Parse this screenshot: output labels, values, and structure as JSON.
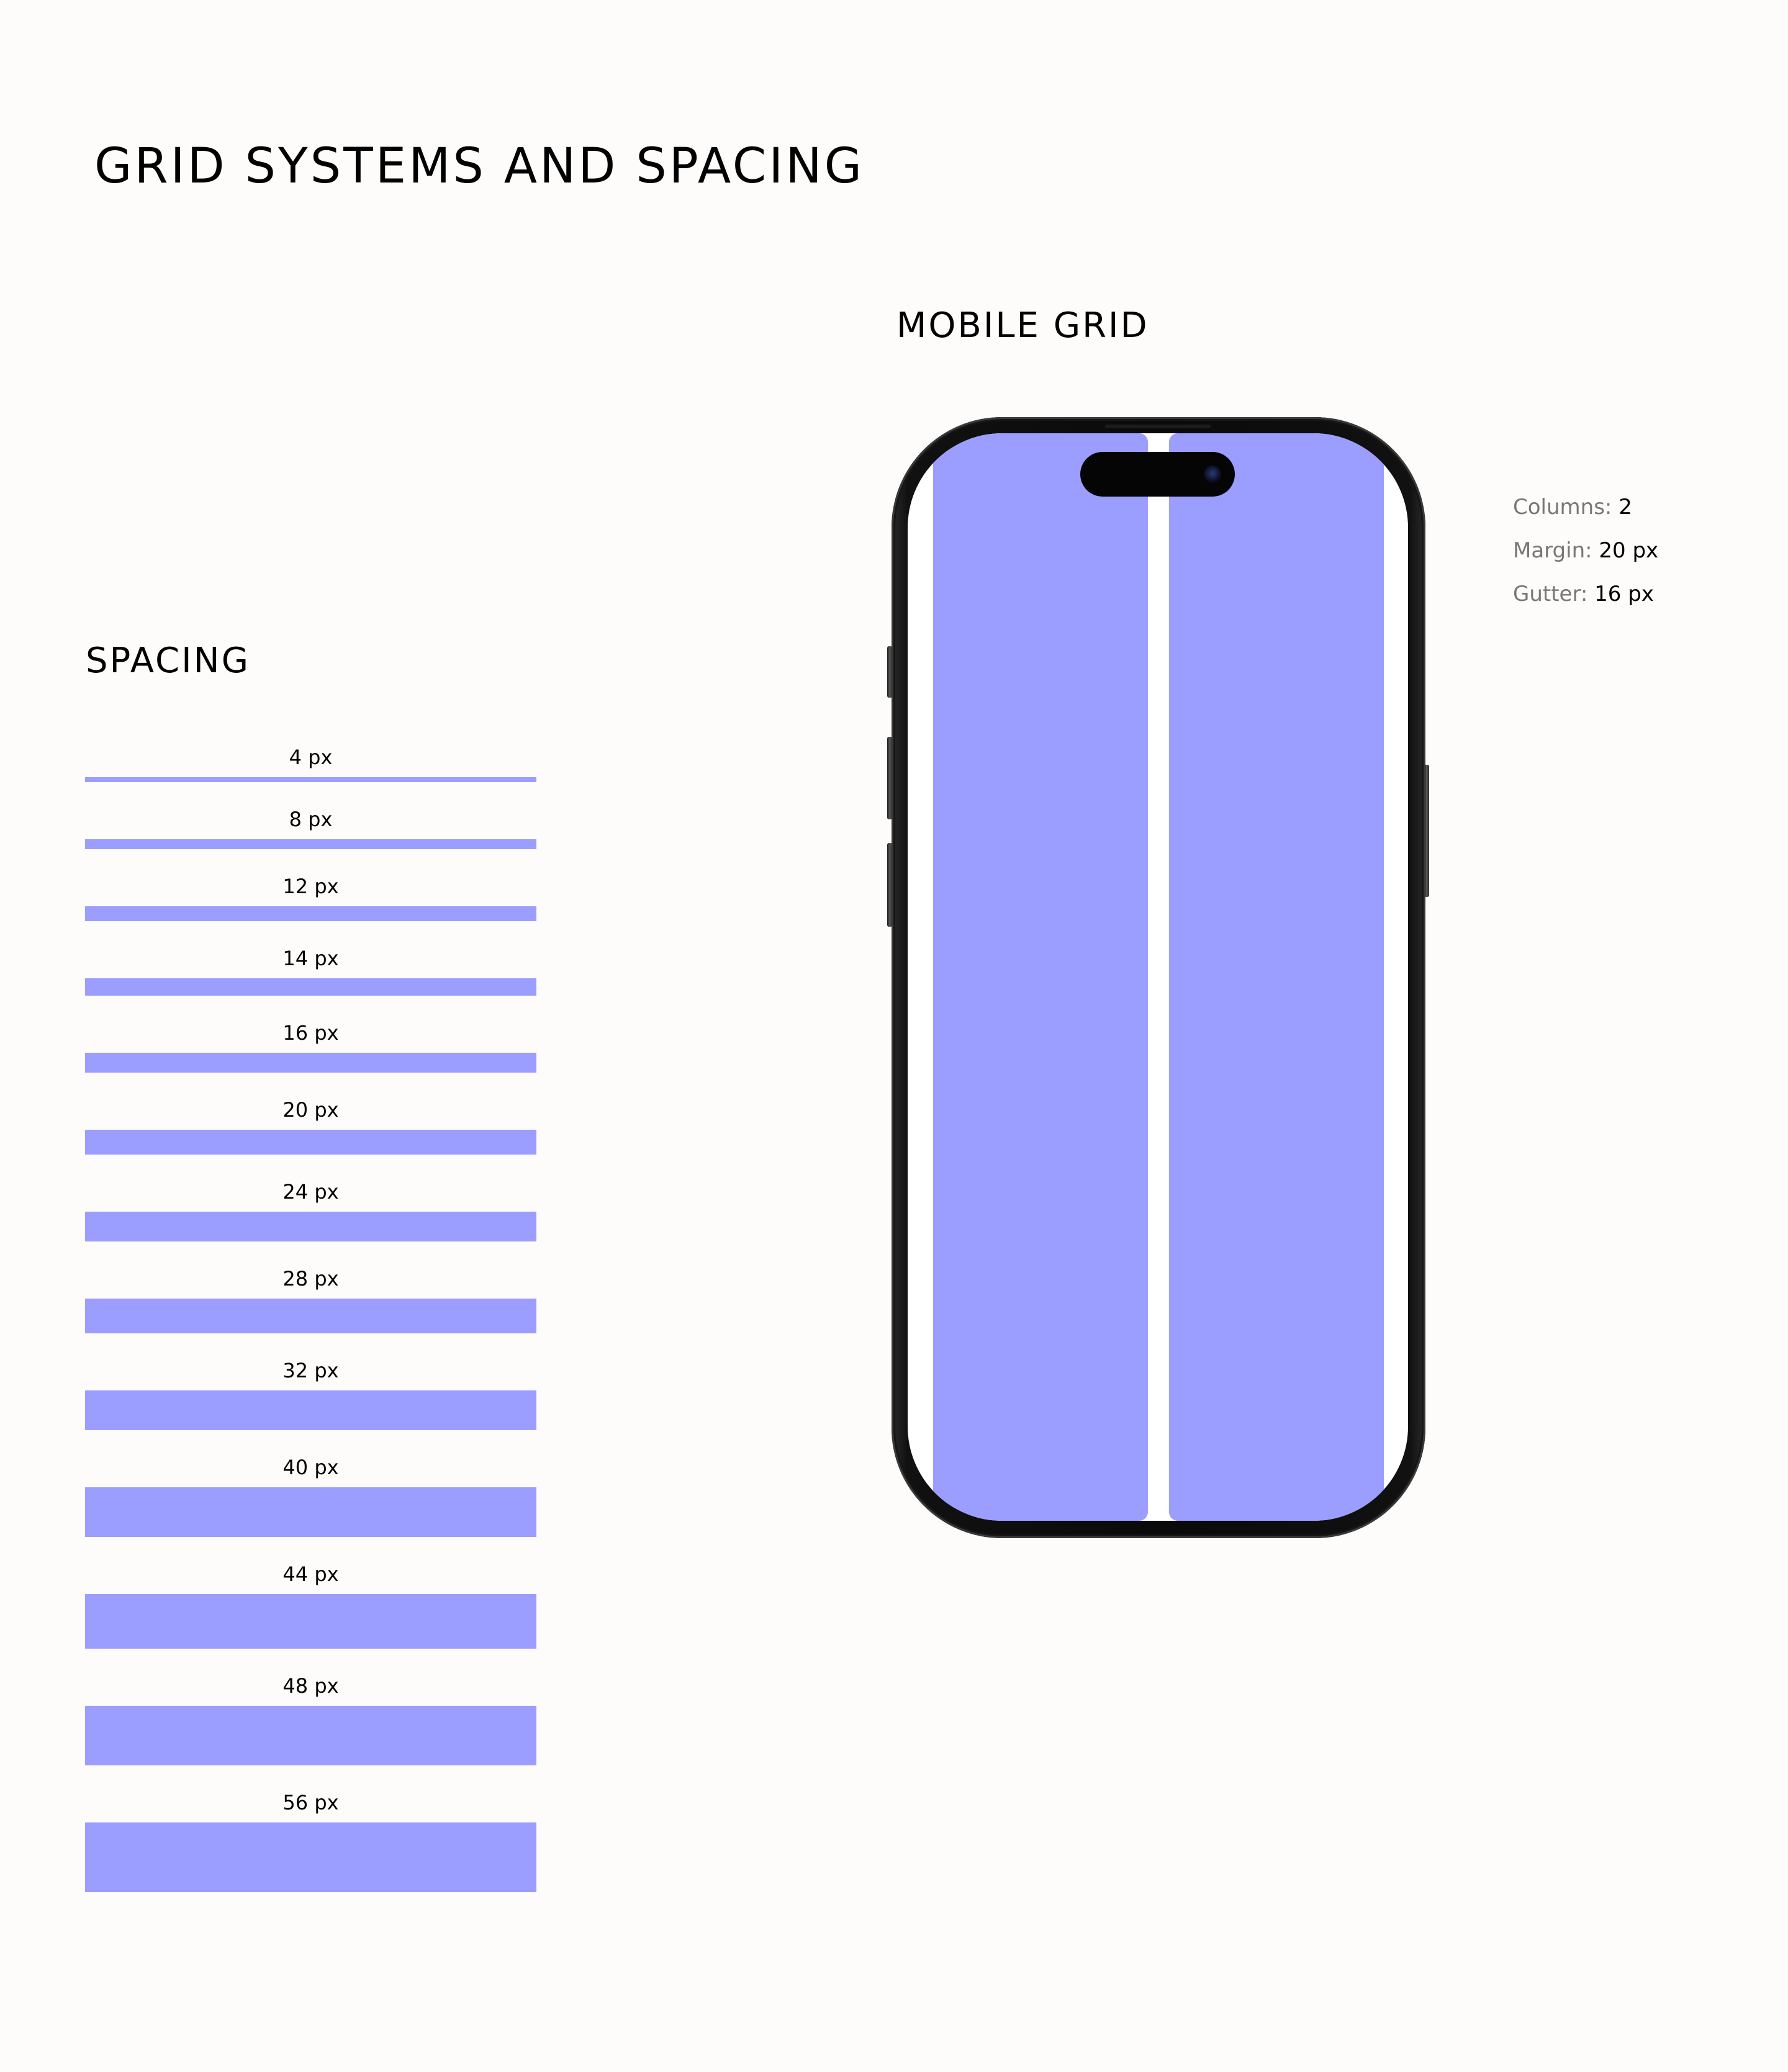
{
  "page": {
    "title": "GRID SYSTEMS AND SPACING",
    "background": "#FDFCFB"
  },
  "spacing": {
    "title": "SPACING",
    "bar_color": "#9B9EFF",
    "items": [
      {
        "label": "4 px",
        "value": 4
      },
      {
        "label": "8 px",
        "value": 8
      },
      {
        "label": "12 px",
        "value": 12
      },
      {
        "label": "14 px",
        "value": 14
      },
      {
        "label": "16 px",
        "value": 16
      },
      {
        "label": "20 px",
        "value": 20
      },
      {
        "label": "24 px",
        "value": 24
      },
      {
        "label": "28 px",
        "value": 28
      },
      {
        "label": "32 px",
        "value": 32
      },
      {
        "label": "40 px",
        "value": 40
      },
      {
        "label": "44 px",
        "value": 44
      },
      {
        "label": "48 px",
        "value": 48
      },
      {
        "label": "56 px",
        "value": 56
      }
    ]
  },
  "mobile_grid": {
    "title": "MOBILE GRID",
    "column_color": "#9B9EFF",
    "specs": [
      {
        "key": "Columns:",
        "value": "2"
      },
      {
        "key": "Margin:",
        "value": "20 px"
      },
      {
        "key": "Gutter:",
        "value": "16 px"
      }
    ]
  }
}
